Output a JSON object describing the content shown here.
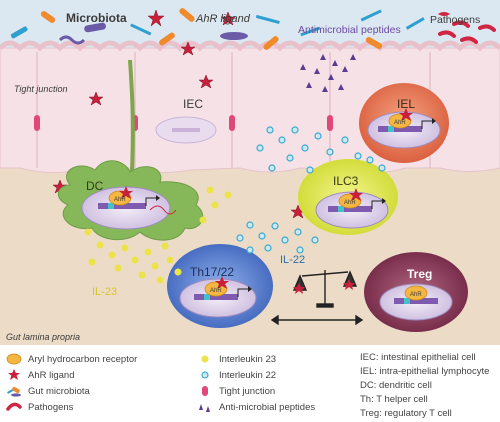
{
  "diagram": {
    "labels": {
      "microbiota": "Microbiota",
      "ahr_ligand": "AhR ligand",
      "pathogens": "Pathogens",
      "antimicrobial_peptides": "Antimicrobial peptides",
      "tight_junction": "Tight junction",
      "iec": "IEC",
      "iel": "IEL",
      "dc": "DC",
      "ilc3": "ILC3",
      "il22": "IL-22",
      "il23": "IL-23",
      "th17_22": "Th17/22",
      "treg": "Treg",
      "lamina_propria": "Gut lamina propria",
      "ahr_badge": "AhR"
    }
  },
  "legend": {
    "items": [
      {
        "icon": "ahr-receptor-icon",
        "text": "Aryl hydrocarbon receptor"
      },
      {
        "icon": "star-icon",
        "text": "AhR ligand"
      },
      {
        "icon": "gut-microbiota-icon",
        "text": "Gut microbiota"
      },
      {
        "icon": "pathogen-icon",
        "text": "Pathogens"
      },
      {
        "icon": "yellow-dot-icon",
        "text": "Interleukin 23"
      },
      {
        "icon": "blue-dot-icon",
        "text": "Interleukin 22"
      },
      {
        "icon": "tight-junction-icon",
        "text": "Tight junction"
      },
      {
        "icon": "triangle-icon",
        "text": "Anti-microbial peptides"
      }
    ],
    "abbreviations": [
      "IEC: intestinal epithelial cell",
      "IEL: intra-epithelial lymphocyte",
      "DC: dendritic cell",
      "Th: T helper cell",
      "Treg: regulatory T cell"
    ]
  },
  "colors": {
    "lumen": "#d9e7f1",
    "epithelium": "#f6e3e6",
    "lamina": "#ecdcc7",
    "ahr": "#f5b642",
    "star": "#c8203a",
    "il23": "#ecdf3b",
    "il22": "#47b7d9",
    "dc": "#86b85a",
    "ilc3": "#dde53a",
    "th": "#4a73c8",
    "treg": "#7b2c4a",
    "iel": "#e0704d"
  }
}
